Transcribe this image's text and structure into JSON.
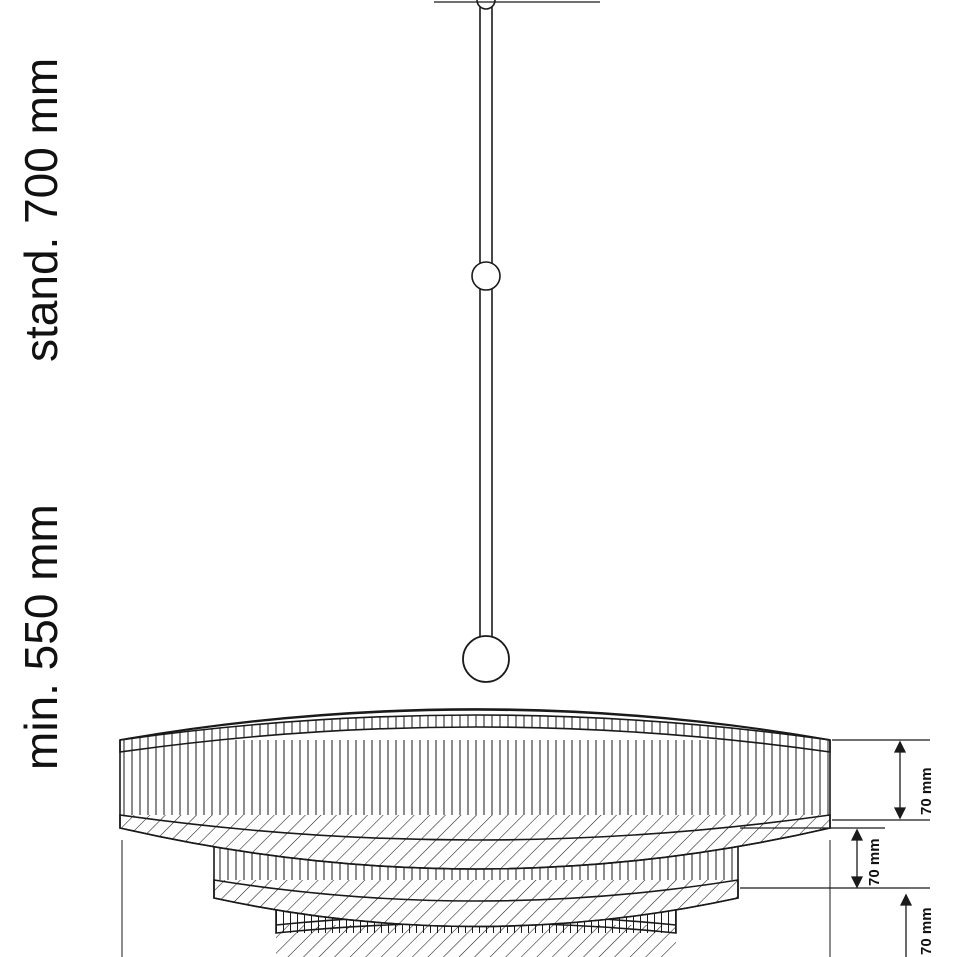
{
  "labels": {
    "stand_length": "stand. 700 mm",
    "min_length": "min. 550 mm",
    "tier_height_1": "70 mm",
    "tier_height_2": "70 mm",
    "tier_height_3": "70 mm"
  },
  "colors": {
    "stroke": "#1a1a1a",
    "background": "#ffffff"
  }
}
